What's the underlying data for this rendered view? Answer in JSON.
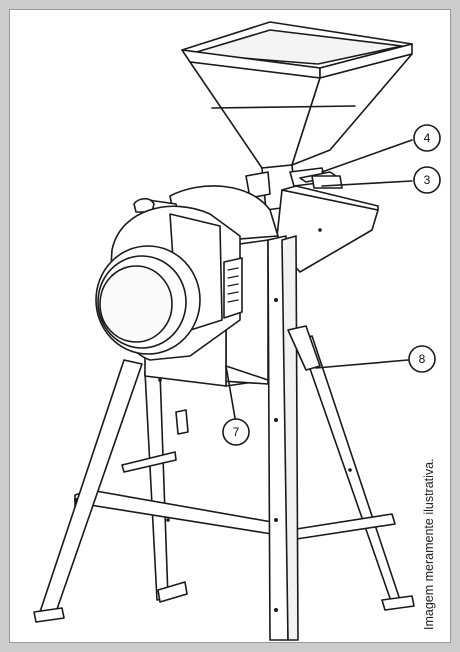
{
  "caption": "Imagem meramente ilustrativa.",
  "callouts": [
    {
      "id": "callout-4",
      "label": "4"
    },
    {
      "id": "callout-3",
      "label": "3"
    },
    {
      "id": "callout-8",
      "label": "8"
    },
    {
      "id": "callout-7",
      "label": "7"
    }
  ],
  "colors": {
    "background": "#cccccc",
    "panel": "#ffffff",
    "line": "#1a1a1a"
  }
}
